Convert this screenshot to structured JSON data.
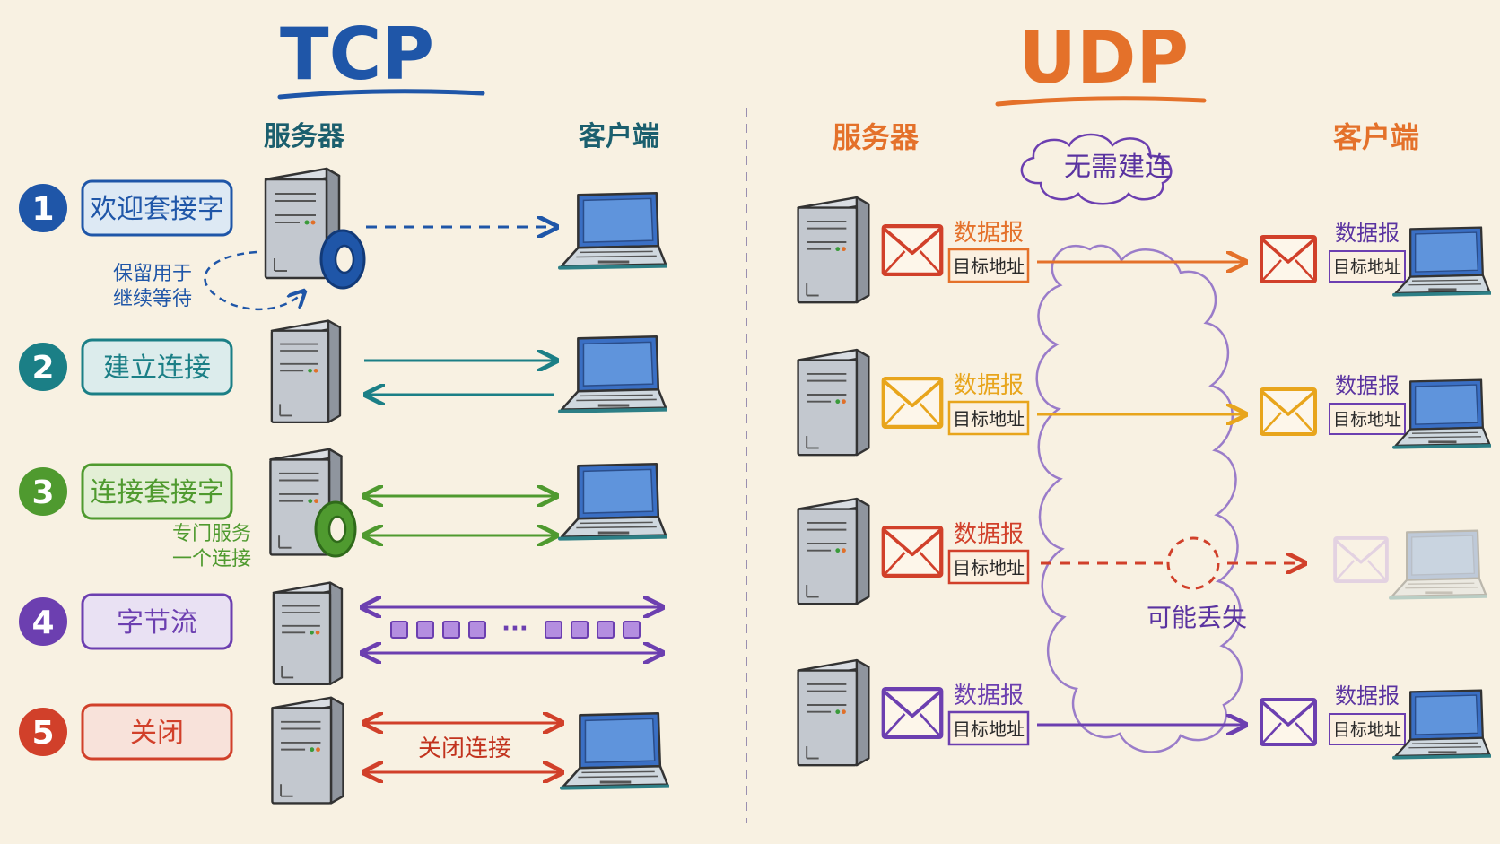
{
  "colors": {
    "background": "#f8f1e2",
    "tcp_blue": "#1f56a8",
    "udp_orange": "#e4712a",
    "teal": "#1b7f86",
    "green": "#4f9a2f",
    "purple": "#6c3fb0",
    "red": "#d1402a",
    "amber": "#e8a51c",
    "cloud": "#9a7cc9",
    "server_gray": "#b9bec6"
  },
  "tcp": {
    "title": "TCP",
    "server_label": "服务器",
    "client_label": "客户端",
    "steps": [
      {
        "num": "1",
        "label": "欢迎套接字",
        "color": "#1f56a8",
        "fill": "#dde9f4",
        "note": [
          "保留用于",
          "继续等待"
        ]
      },
      {
        "num": "2",
        "label": "建立连接",
        "color": "#1b7f86",
        "fill": "#dcecec",
        "note": []
      },
      {
        "num": "3",
        "label": "连接套接字",
        "color": "#4f9a2f",
        "fill": "#e3efd6",
        "note": [
          "专门服务",
          "一个连接"
        ]
      },
      {
        "num": "4",
        "label": "字节流",
        "color": "#6c3fb0",
        "fill": "#e9e1f3",
        "note": []
      },
      {
        "num": "5",
        "label": "关闭",
        "color": "#d1402a",
        "fill": "#f8e2da",
        "note": []
      }
    ],
    "byte_ellipsis": "···",
    "close_label": "关闭连接"
  },
  "udp": {
    "title": "UDP",
    "server_label": "服务器",
    "client_label": "客户端",
    "cloud_label": "无需建连",
    "datagram_label": "数据报",
    "address_label": "目标地址",
    "loss_label": "可能丢失",
    "rows": [
      {
        "color": "#e4712a",
        "envelope": "#d1402a",
        "lost": false
      },
      {
        "color": "#e8a51c",
        "envelope": "#e8a51c",
        "lost": false
      },
      {
        "color": "#d1402a",
        "envelope": "#d1402a",
        "lost": true
      },
      {
        "color": "#6c3fb0",
        "envelope": "#6c3fb0",
        "lost": false
      }
    ]
  }
}
